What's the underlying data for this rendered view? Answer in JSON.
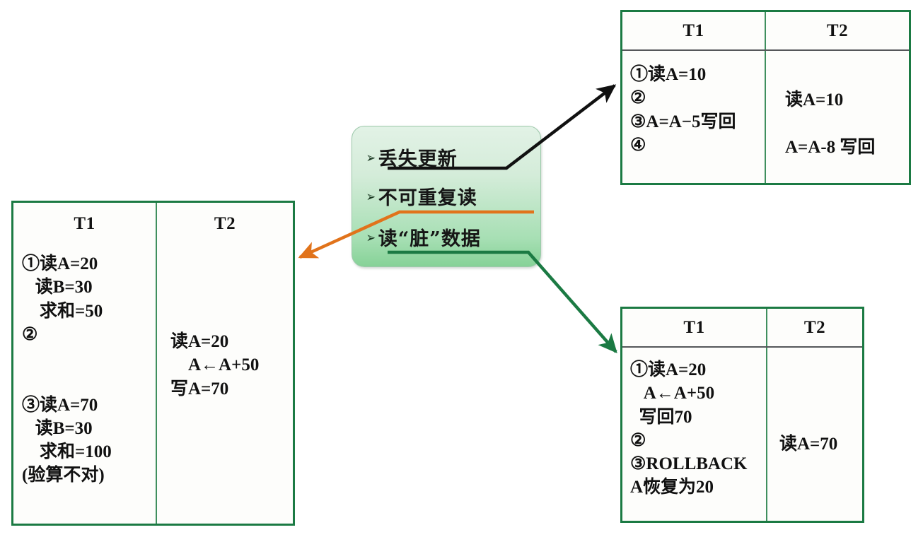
{
  "diagram": {
    "title_hidden": "",
    "colors": {
      "table_border": "#1b7a43",
      "table_divider": "#3f8f5e",
      "header_rule": "#55575a",
      "callout_fill_top": "#e2f2e6",
      "callout_fill_bottom": "#86d297",
      "arrow_black": "#111111",
      "arrow_orange": "#e1731b",
      "arrow_green": "#1b7a43",
      "page_background": "#ffffff"
    }
  },
  "callout": {
    "items": [
      {
        "marker": "➢",
        "label": "丢失更新",
        "underline_color": "#111111"
      },
      {
        "marker": "➢",
        "label": "不可重复读",
        "underline_color": "#e1731b"
      },
      {
        "marker": "➢",
        "label": "读“脏”数据",
        "underline_color": "#1b7a43"
      }
    ]
  },
  "tables": {
    "lost_update": {
      "name": "丢失更新",
      "headers": [
        "T1",
        "T2"
      ],
      "t1_cell": "①读A=10\n②\n③A=A−5写回\n④",
      "t2_cell": "读A=10\n\nA=A-8 写回",
      "rows": [
        {
          "step": "①",
          "t1": "读A=10",
          "t2": ""
        },
        {
          "step": "②",
          "t1": "",
          "t2": "读A=10"
        },
        {
          "step": "③",
          "t1": "A=A−5写回",
          "t2": ""
        },
        {
          "step": "④",
          "t1": "",
          "t2": "A=A-8 写回"
        }
      ]
    },
    "nonrepeatable_read": {
      "name": "不可重复读",
      "headers": [
        "T1",
        "T2"
      ],
      "t1_cell": "①读A=20\n   读B=30\n    求和=50\n②\n\n\n③读A=70\n   读B=30\n    求和=100\n(验算不对)",
      "t2_cell": "读A=20\n    A←A+50\n写A=70",
      "rows": [
        {
          "step": "①",
          "t1": "读A=20 / 读B=30 / 求和=50",
          "t2": ""
        },
        {
          "step": "②",
          "t1": "",
          "t2": "读A=20 / A←A+50 / 写A=70"
        },
        {
          "step": "③",
          "t1": "读A=70 / 读B=30 / 求和=100 / (验算不对)",
          "t2": ""
        }
      ]
    },
    "dirty_read": {
      "name": "读“脏”数据",
      "headers": [
        "T1",
        "T2"
      ],
      "t1_cell": "①读A=20\n   A←A+50\n  写回70\n②\n③ROLLBACK\nA恢复为20",
      "t2_cell": "读A=70",
      "rows": [
        {
          "step": "①",
          "t1": "读A=20 / A←A+50 / 写回70",
          "t2": ""
        },
        {
          "step": "②",
          "t1": "",
          "t2": "读A=70"
        },
        {
          "step": "③",
          "t1": "ROLLBACK / A恢复为20",
          "t2": ""
        }
      ]
    }
  },
  "connectors": [
    {
      "id": "arrow-lost-update",
      "color": "#111111",
      "from": "丢失更新",
      "to": "T1/T2 丢失更新表"
    },
    {
      "id": "arrow-nonrepeatable",
      "color": "#e1731b",
      "from": "不可重复读",
      "to": "T1/T2 不可重复读表"
    },
    {
      "id": "arrow-dirty-read",
      "color": "#1b7a43",
      "from": "读“脏”数据",
      "to": "T1/T2 读脏数据表"
    }
  ]
}
